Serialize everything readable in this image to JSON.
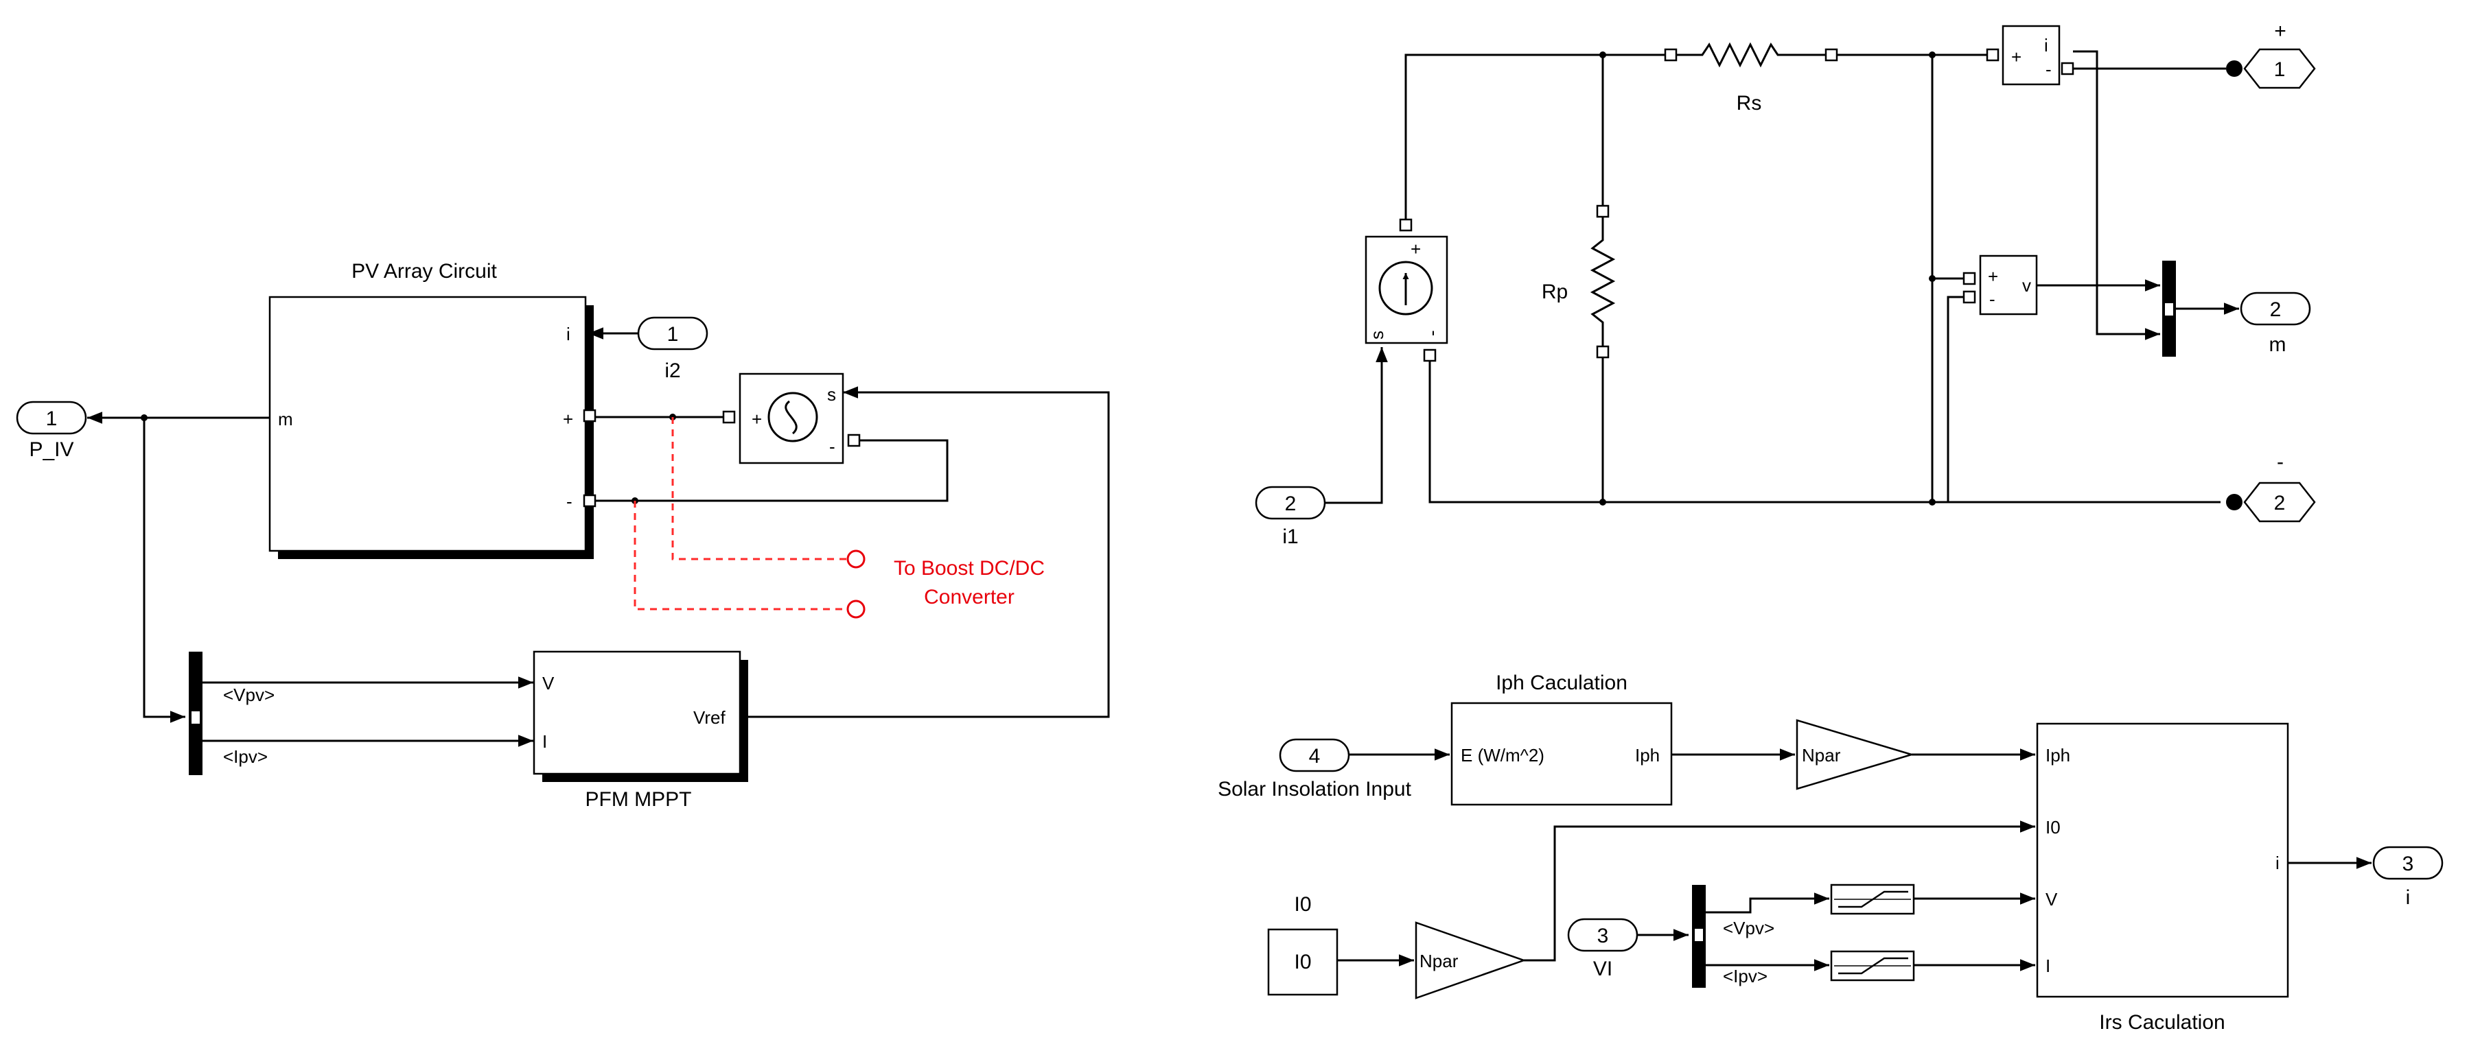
{
  "left": {
    "pv_block_title": "PV Array Circuit",
    "pv_port_i": "i",
    "pv_port_m": "m",
    "pv_port_plus": "+",
    "pv_port_minus": "-",
    "in1_num": "1",
    "in1_label": "i2",
    "out1_num": "1",
    "out1_label": "P_IV",
    "cvs_port_s": "s",
    "cvs_plus": "+",
    "cvs_minus": "-",
    "boost_label_1": "To Boost DC/DC",
    "boost_label_2": "Converter",
    "bus_vpv": "<Vpv>",
    "bus_ipv": "<Ipv>",
    "mppt_title": "PFM MPPT",
    "mppt_port_v": "V",
    "mppt_port_i": "I",
    "mppt_port_vref": "Vref"
  },
  "right_top": {
    "rs_label": "Rs",
    "rp_label": "Rp",
    "ccs_plus": "+",
    "ccs_s": "s",
    "ccs_minus": "-",
    "ammeter_plus": "+",
    "ammeter_i": "i",
    "ammeter_minus": "-",
    "volt_plus": "+",
    "volt_v": "v",
    "volt_minus": "-",
    "conn1_sign": "+",
    "conn1_num": "1",
    "conn2_sign": "-",
    "conn2_num": "2",
    "out2_num": "2",
    "out2_label": "m",
    "in2_num": "2",
    "in2_label": "i1"
  },
  "right_bottom": {
    "iph_block_title": "Iph Caculation",
    "iph_port_e": "E  (W/m^2)",
    "iph_port_iph": "Iph",
    "in4_num": "4",
    "in4_label": "Solar Insolation Input",
    "gain1_label": "Npar",
    "gain2_label": "Npar",
    "const_title": "I0",
    "const_value": "I0",
    "in3_num": "3",
    "in3_label": "VI",
    "bus_vpv": "<Vpv>",
    "bus_ipv": "<Ipv>",
    "irs_title": "Irs Caculation",
    "irs_port_iph": "Iph",
    "irs_port_i0": "I0",
    "irs_port_v": "V",
    "irs_port_i": "I",
    "irs_port_out_i": "i",
    "out3_num": "3",
    "out3_label": "i"
  }
}
